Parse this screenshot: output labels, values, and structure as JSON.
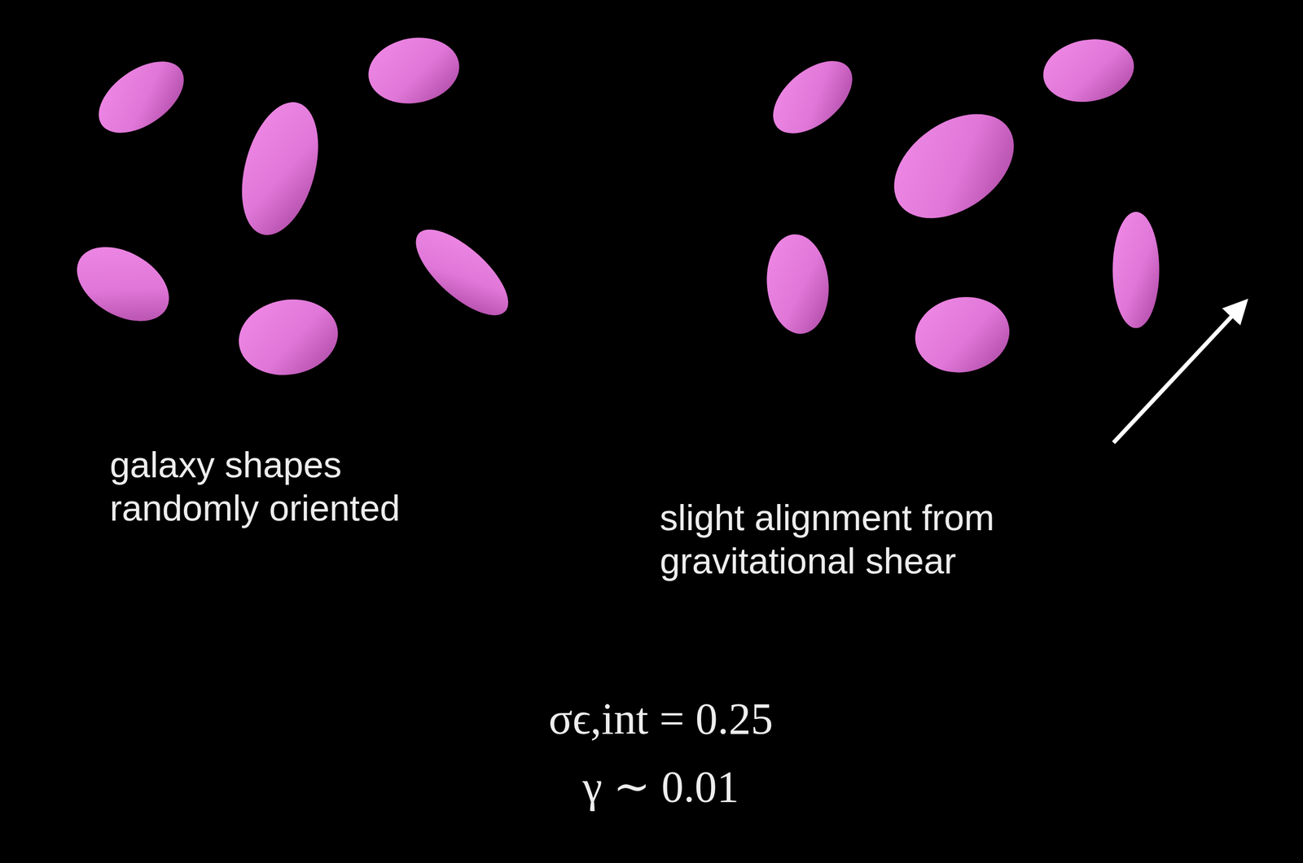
{
  "diagram": {
    "labels": [
      "galaxy shapes randomly oriented",
      "slight alignment from gravitational shear",
      "σϵ,int = 0.25",
      "γ ∼ 0.01"
    ]
  }
}
